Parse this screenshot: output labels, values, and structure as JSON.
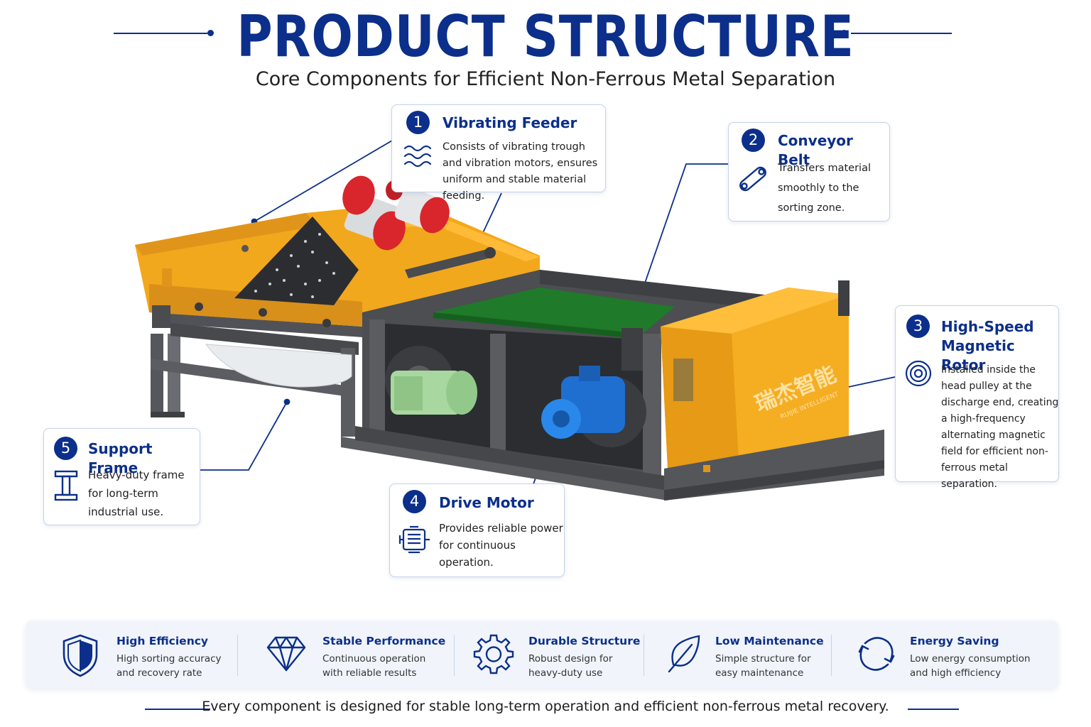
{
  "header": {
    "title": "PRODUCT STRUCTURE",
    "subtitle": "Core Components for Efficient Non-Ferrous Metal Separation"
  },
  "components": [
    {
      "number": "1",
      "title": "Vibrating Feeder",
      "icon": "waves-icon",
      "desc": "Consists of vibrating trough and vibration motors, ensures uniform and stable material feeding."
    },
    {
      "number": "2",
      "title": "Conveyor Belt",
      "icon": "belt-link-icon",
      "desc": "Transfers material smoothly to the sorting zone."
    },
    {
      "number": "3",
      "title_line1": "High-Speed",
      "title_line2": "Magnetic Rotor",
      "icon": "target-rings-icon",
      "desc": "Installed inside the head pulley at the discharge end, creating a high-frequency alternating magnetic field for efficient non-ferrous metal separation."
    },
    {
      "number": "4",
      "title": "Drive Motor",
      "icon": "motor-icon",
      "desc": "Provides reliable power for continuous operation."
    },
    {
      "number": "5",
      "title": "Support Frame",
      "icon": "i-beam-icon",
      "desc": "Heavy-duty frame for long-term industrial use."
    }
  ],
  "machine": {
    "brand_text": "瑞杰智能",
    "brand_sub": "RUIJIE INTELLIGENT"
  },
  "features": [
    {
      "title": "High Efficiency",
      "desc": "High sorting accuracy and recovery rate",
      "icon": "shield-icon"
    },
    {
      "title": "Stable Performance",
      "desc": "Continuous operation with reliable results",
      "icon": "diamond-icon"
    },
    {
      "title": "Durable Structure",
      "desc": "Robust design for heavy-duty use",
      "icon": "gear-icon"
    },
    {
      "title": "Low Maintenance",
      "desc": "Simple structure for easy maintenance",
      "icon": "leaf-icon"
    },
    {
      "title": "Energy Saving",
      "desc": "Low energy consumption and high efficiency",
      "icon": "refresh-cycle-icon"
    }
  ],
  "footer": "Every component is designed for stable long-term operation and efficient non-ferrous metal recovery.",
  "colors": {
    "navy": "#0b2f8a",
    "machine_yellow": "#f2a81d",
    "frame_gray": "#5a5c60",
    "belt_green": "#1f7a2a",
    "motor_blue": "#1f6fd1",
    "motor_green": "#a8d8a0",
    "vibrator_red": "#d8262c"
  }
}
